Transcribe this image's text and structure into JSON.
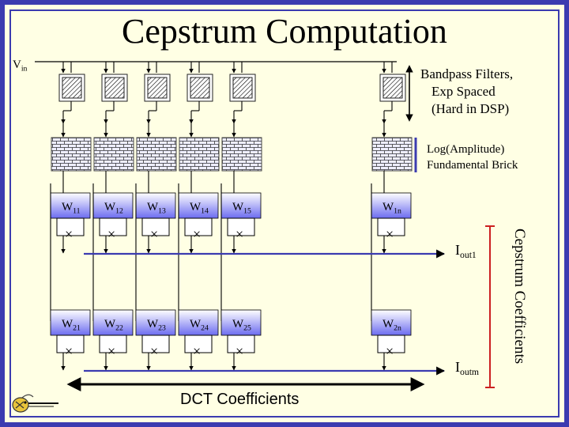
{
  "title": "Cepstrum Computation",
  "vin": {
    "main": "V",
    "sub": "in"
  },
  "labels": {
    "bandpass": [
      "Bandpass Filters,",
      "Exp Spaced",
      "(Hard in DSP)"
    ],
    "log": [
      "Log(Amplitude)",
      "Fundamental Brick"
    ],
    "cepstrum": "Cepstrum Coefficients",
    "dct": "DCT Coefficients"
  },
  "iout1": {
    "main": "I",
    "sub": "out1"
  },
  "ioutm": {
    "main": "I",
    "sub": "outm"
  },
  "row1_weights": [
    {
      "main": "W",
      "sub": "11"
    },
    {
      "main": "W",
      "sub": "12"
    },
    {
      "main": "W",
      "sub": "13"
    },
    {
      "main": "W",
      "sub": "14"
    },
    {
      "main": "W",
      "sub": "15"
    },
    {
      "main": "W",
      "sub": "1n"
    }
  ],
  "row2_weights": [
    {
      "main": "W",
      "sub": "21"
    },
    {
      "main": "W",
      "sub": "22"
    },
    {
      "main": "W",
      "sub": "23"
    },
    {
      "main": "W",
      "sub": "24"
    },
    {
      "main": "W",
      "sub": "25"
    },
    {
      "main": "W",
      "sub": "2n"
    }
  ],
  "multiply_symbol": "×",
  "colors": {
    "border": "#3b3bb0",
    "background": "#ffffe4",
    "accent_line": "#3b3bb0"
  }
}
